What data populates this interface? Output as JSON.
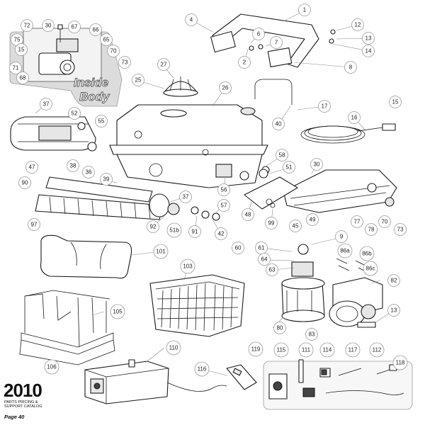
{
  "inset": {
    "label_line1": "Inside",
    "label_line2": "Body"
  },
  "catalog": {
    "year": "2010",
    "subtitle_line1": "PARTS PRICING &",
    "subtitle_line2": "SUPPORT CATALOG",
    "page": "Page 40"
  },
  "callouts": [
    "1",
    "2",
    "4",
    "6",
    "7",
    "8",
    "12",
    "13",
    "14",
    "72",
    "30",
    "67",
    "75",
    "66",
    "65",
    "15",
    "70",
    "71",
    "68",
    "73",
    "27",
    "25",
    "26",
    "37",
    "52",
    "55",
    "17",
    "16",
    "15",
    "40",
    "47",
    "38",
    "36",
    "39",
    "58",
    "51",
    "30",
    "90",
    "37",
    "56",
    "57",
    "48",
    "99",
    "45",
    "49",
    "77",
    "78",
    "70",
    "73",
    "97",
    "92",
    "51b",
    "91",
    "42",
    "9",
    "60",
    "61",
    "64",
    "63",
    "86a",
    "86b",
    "86c",
    "101",
    "103",
    "82",
    "105",
    "13",
    "80",
    "83",
    "106",
    "110",
    "116",
    "119",
    "115",
    "111",
    "114",
    "117",
    "112",
    "118"
  ]
}
